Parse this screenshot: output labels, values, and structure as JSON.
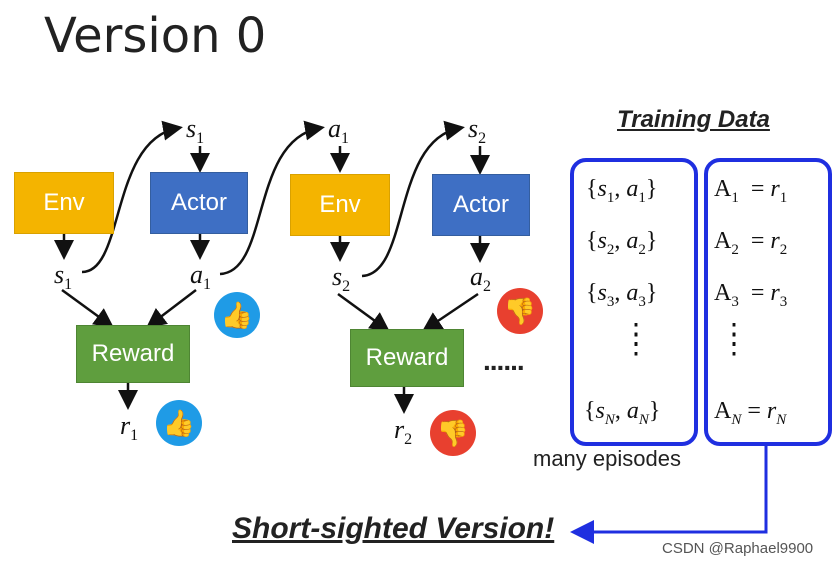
{
  "title": "Version 0",
  "boxes": {
    "env": "Env",
    "actor": "Actor",
    "reward": "Reward"
  },
  "vars": {
    "s1": "s",
    "s1_sub": "1",
    "a1": "a",
    "a1_sub": "1",
    "s2": "s",
    "s2_sub": "2",
    "a2": "a",
    "a2_sub": "2",
    "r1": "r",
    "r1_sub": "1",
    "r2": "r",
    "r2_sub": "2"
  },
  "ellipsis": "......",
  "training_title": "Training Data",
  "left_entries": [
    "{s1, a1}",
    "{s2, a2}",
    "{s3, a3}",
    "{sN, aN}"
  ],
  "right_entries": [
    "A1 = r1",
    "A2 = r2",
    "A3 = r3",
    "AN = rN"
  ],
  "many_episodes": "many episodes",
  "short_sighted": "Short-sighted Version!",
  "watermark": "CSDN @Raphael9900",
  "colors": {
    "env": "#f4b400",
    "actor": "#3e6fc4",
    "reward": "#5f9e3e",
    "panel": "#1f2fe0",
    "thumb_up": "#1f9be6",
    "thumb_down": "#e8402f"
  }
}
